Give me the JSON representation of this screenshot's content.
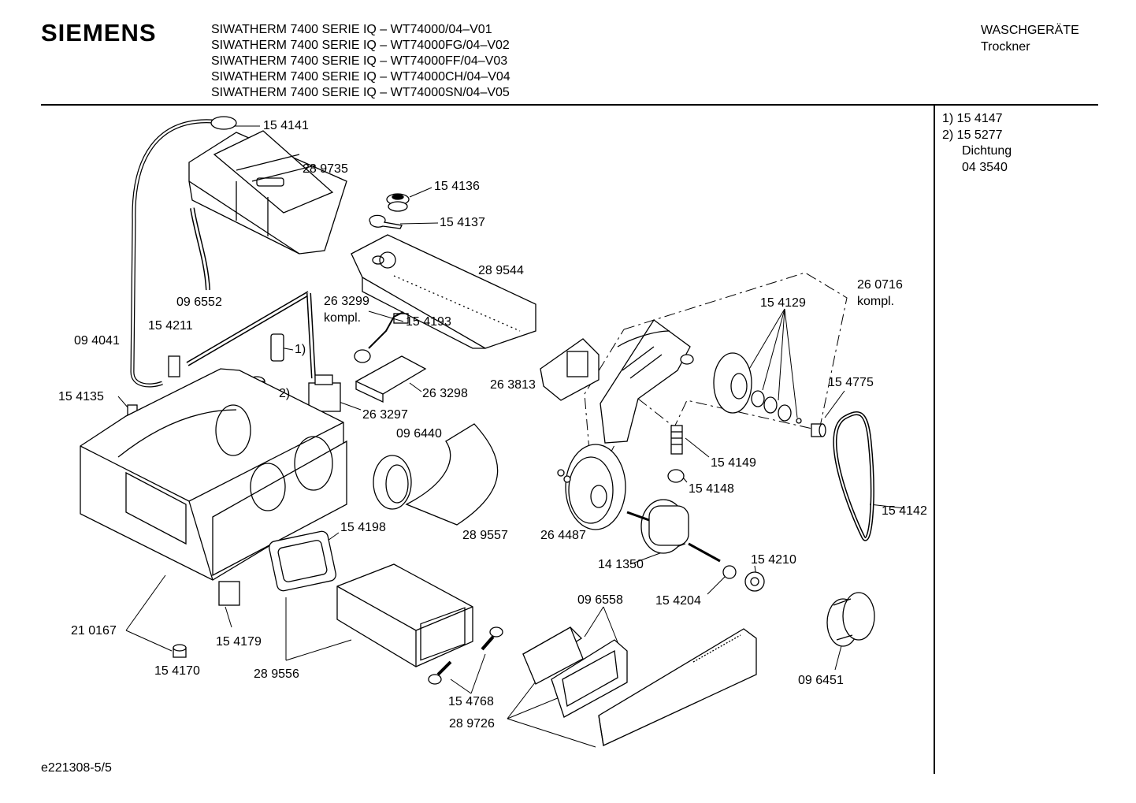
{
  "header": {
    "brand": "SIEMENS",
    "models": [
      "SIWATHERM 7400 SERIE IQ – WT74000/04–V01",
      "SIWATHERM 7400 SERIE IQ – WT74000FG/04–V02",
      "SIWATHERM 7400 SERIE IQ – WT74000FF/04–V03",
      "SIWATHERM 7400 SERIE IQ – WT74000CH/04–V04",
      "SIWATHERM 7400 SERIE IQ – WT74000SN/04–V05"
    ],
    "category": "WASCHGERÄTE",
    "subcategory": "Trockner"
  },
  "notes": [
    "1) 15 4147",
    "2) 15 5277",
    "Dichtung",
    "04 3540"
  ],
  "labels": {
    "p154141": "15 4141",
    "p289735": "28 9735",
    "p154136": "15 4136",
    "p154137": "15 4137",
    "p289544": "28 9544",
    "p096552": "09 6552",
    "p263299": "26 3299",
    "kompl1": "kompl.",
    "p154193": "15 4193",
    "p094041": "09 4041",
    "p154211": "15 4211",
    "n1": "1)",
    "n2": "2)",
    "p154135": "15 4135",
    "p263298": "26 3298",
    "p263297": "26 3297",
    "p263813": "26 3813",
    "p260716": "26 0716",
    "kompl2": "kompl.",
    "p154129": "15 4129",
    "p154775": "15 4775",
    "p096440": "09 6440",
    "p154149": "15 4149",
    "p154148": "15 4148",
    "p154142": "15 4142",
    "p154198": "15 4198",
    "p289557": "28 9557",
    "p264487": "26 4487",
    "p141350": "14 1350",
    "p154210": "15 4210",
    "p096558": "09 6558",
    "p154204": "15 4204",
    "p210167": "21 0167",
    "p154179": "15 4179",
    "p154170": "15 4170",
    "p289556": "28 9556",
    "p154768": "15 4768",
    "p289726": "28 9726",
    "p096451": "09 6451"
  },
  "footer": {
    "doc_id": "e221308-5/5"
  }
}
